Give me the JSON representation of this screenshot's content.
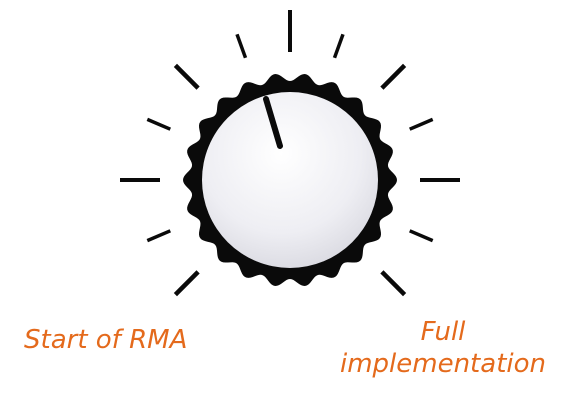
{
  "knob": {
    "pointer_position": "near-top",
    "body_color": "#f3f3f6",
    "ring_color": "#0a0a0a",
    "tick_color": "#0a0a0a"
  },
  "labels": {
    "start": "Start of RMA",
    "full_line1": "Full",
    "full_line2": "implementation",
    "color": "#e46a1c"
  }
}
